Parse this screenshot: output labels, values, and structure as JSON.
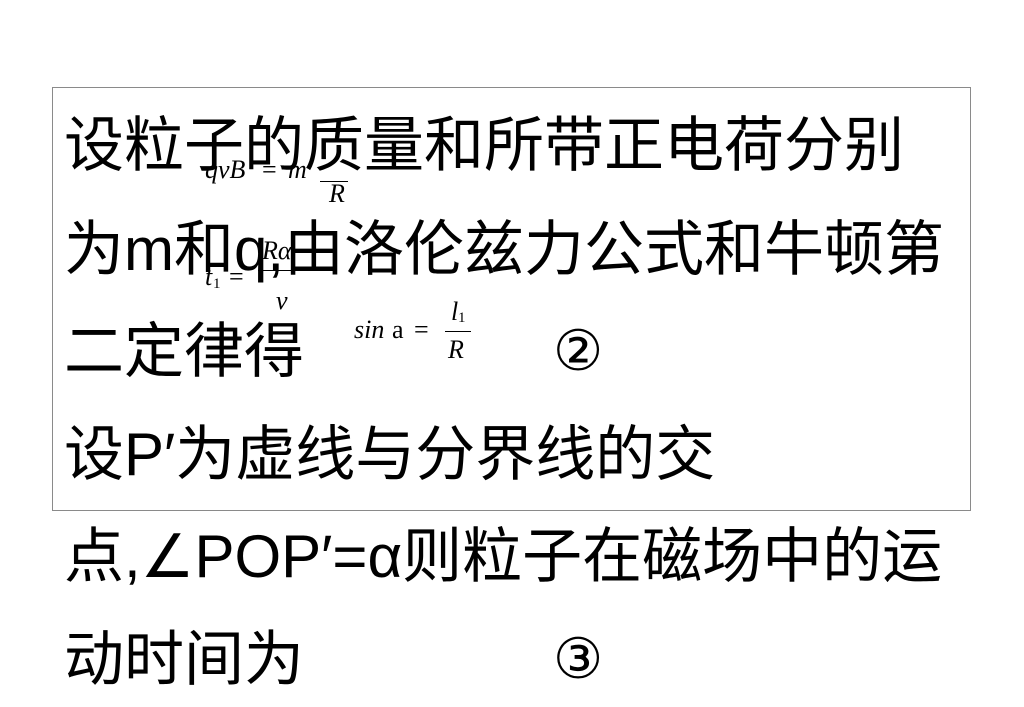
{
  "text_lines": {
    "line1": "设粒子的质量和所带正电荷分别",
    "line2": "为m和q,由洛伦兹力公式和牛顿第",
    "line3": "二定律得",
    "line4": "设P′为虚线与分界线的交",
    "line5": "点,∠POP′=α则粒子在磁场中的运",
    "line6": "动时间为"
  },
  "equation_markers": {
    "eq2": "②",
    "eq3": "③"
  },
  "formula_lorentz": {
    "lhs": "qvB",
    "equals": "=",
    "coef": "m",
    "denominator": "R"
  },
  "formula_time": {
    "var": "t",
    "sub": "1",
    "equals": "=",
    "numerator": "Rα",
    "denominator": "v"
  },
  "formula_sine": {
    "fn": "sin",
    "arg": "a",
    "equals": "=",
    "numerator": "l",
    "numerator_sub": "1",
    "denominator": "R"
  }
}
